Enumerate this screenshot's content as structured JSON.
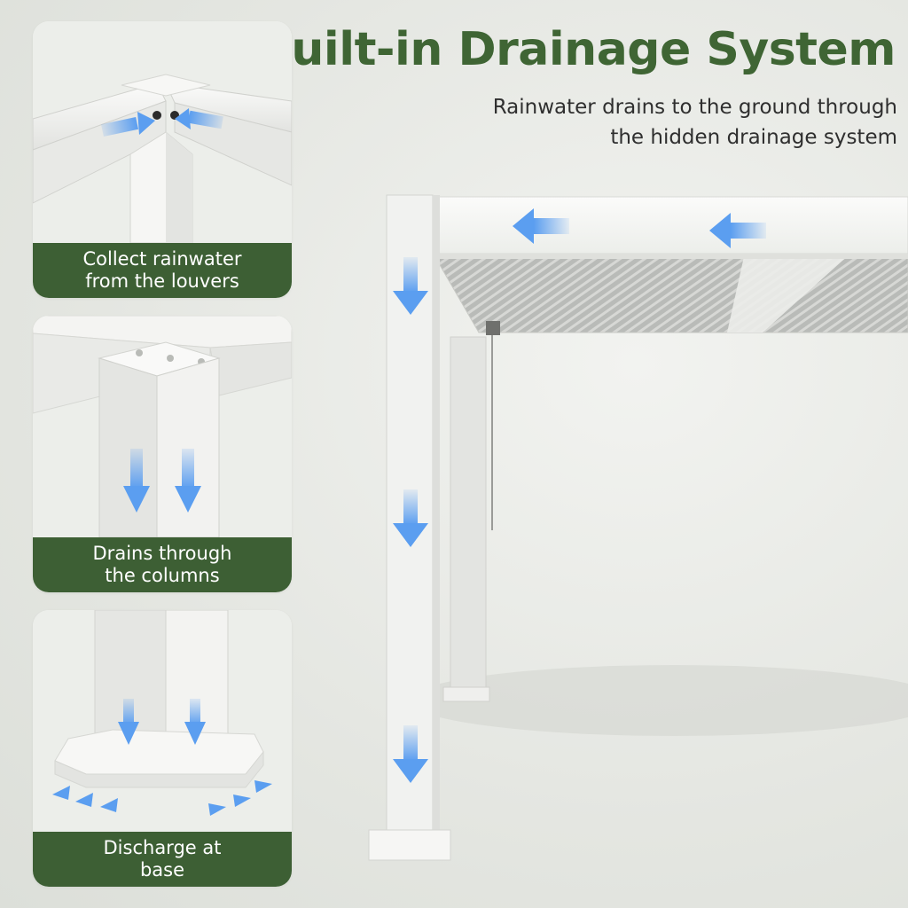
{
  "header": {
    "title": "Built-in Drainage System",
    "subtitle_line1": "Rainwater drains to the ground through",
    "subtitle_line2": "the hidden drainage system"
  },
  "cards": [
    {
      "caption_line1": "Collect rainwater",
      "caption_line2": "from the louvers"
    },
    {
      "caption_line1": "Drains through",
      "caption_line2": "the columns"
    },
    {
      "caption_line1": "Discharge at",
      "caption_line2": "base"
    }
  ],
  "colors": {
    "title_green": "#3f6534",
    "caption_bg": "#3d5f34",
    "arrow_blue": "#5b9ef0",
    "frame_white": "#f4f4f2"
  },
  "icons": {
    "arrow": "arrow-icon"
  }
}
